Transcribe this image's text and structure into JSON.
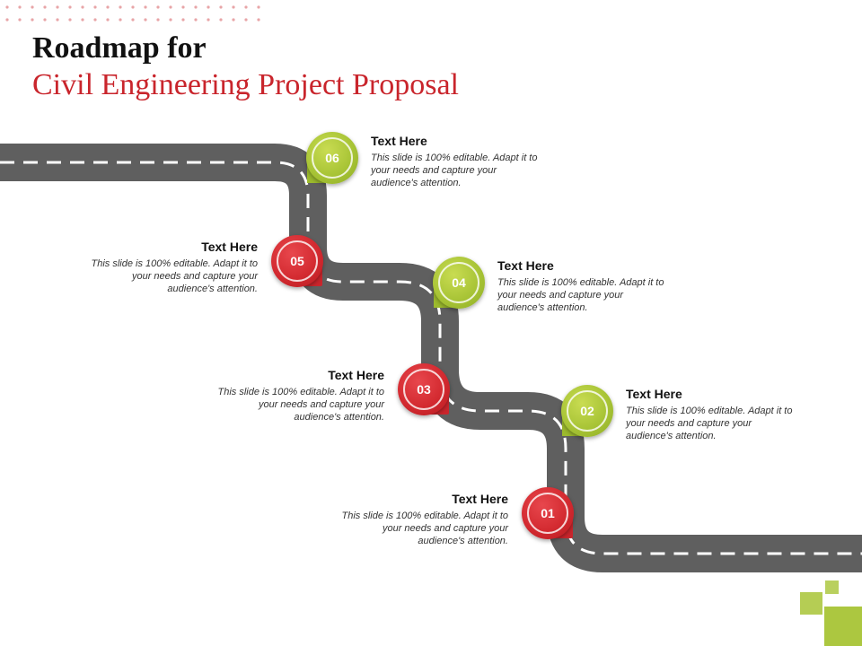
{
  "title": "Roadmap for",
  "subtitle": "Civil Engineering Project Proposal",
  "colors": {
    "accent_red": "#c9252c",
    "accent_green": "#a8c436",
    "road": "#6b6b6b",
    "text": "#111111"
  },
  "milestones": [
    {
      "number": "01",
      "color": "red",
      "heading": "Text Here",
      "body": "This slide is 100% editable. Adapt it to your needs and capture your audience's attention."
    },
    {
      "number": "02",
      "color": "green",
      "heading": "Text Here",
      "body": "This slide is 100% editable. Adapt it to your needs and capture your audience's attention."
    },
    {
      "number": "03",
      "color": "red",
      "heading": "Text Here",
      "body": "This slide is 100% editable. Adapt it to your needs and capture your audience's attention."
    },
    {
      "number": "04",
      "color": "green",
      "heading": "Text Here",
      "body": "This slide is 100% editable. Adapt it to your needs and capture your audience's attention."
    },
    {
      "number": "05",
      "color": "red",
      "heading": "Text Here",
      "body": "This slide is 100% editable. Adapt it to your needs and capture your audience's attention."
    },
    {
      "number": "06",
      "color": "green",
      "heading": "Text Here",
      "body": "This slide is 100% editable. Adapt it to your needs and capture your audience's attention."
    }
  ]
}
